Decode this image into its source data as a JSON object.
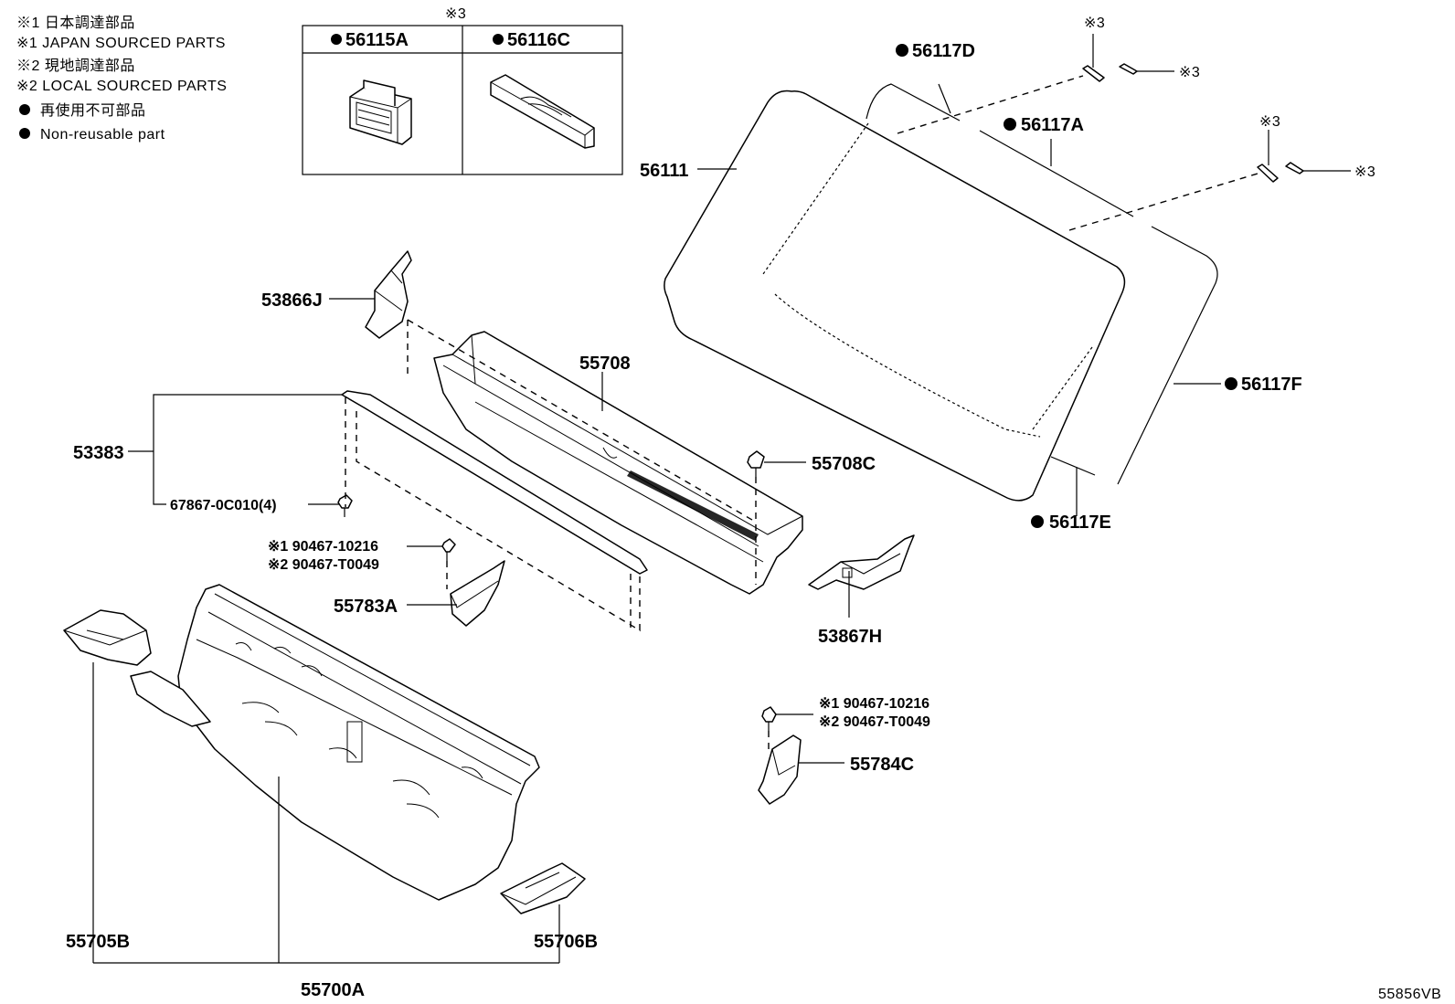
{
  "legend": [
    "※1 日本調達部品",
    "※1 JAPAN SOURCED PARTS",
    "※2 現地調達部品",
    "※2 LOCAL SOURCED PARTS",
    "再使用不可部品",
    "Non-reusable part"
  ],
  "inset": {
    "note": "※3",
    "left_part": "56115A",
    "right_part": "56116C"
  },
  "note3": "※3",
  "parts": {
    "p56117D": "56117D",
    "p56117A": "56117A",
    "p56111": "56111",
    "p56117F": "56117F",
    "p56117E": "56117E",
    "p55708": "55708",
    "p55708C": "55708C",
    "p53866J": "53866J",
    "p53383": "53383",
    "p67867": "67867-0C010(4)",
    "p90467a_1": "※1 90467-10216",
    "p90467a_2": "※2 90467-T0049",
    "p55783A": "55783A",
    "p53867H": "53867H",
    "p90467b_1": "※1 90467-10216",
    "p90467b_2": "※2 90467-T0049",
    "p55784C": "55784C",
    "p55705B": "55705B",
    "p55706B": "55706B",
    "p55700A": "55700A"
  },
  "diagram_id": "55856VB"
}
